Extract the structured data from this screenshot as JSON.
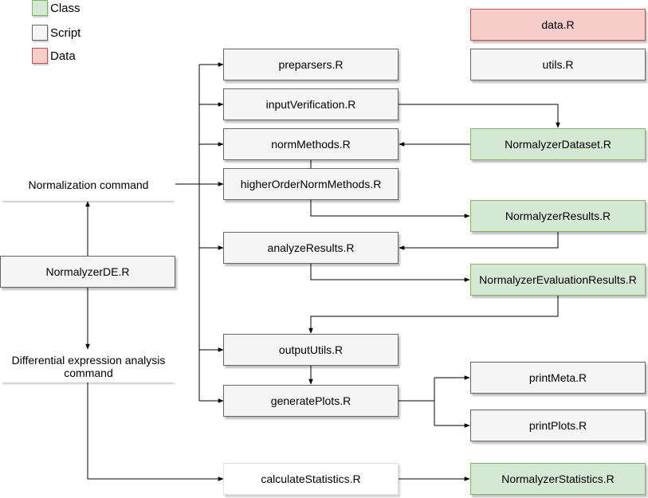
{
  "legend": {
    "class_label": "Class",
    "script_label": "Script",
    "data_label": "Data"
  },
  "colors": {
    "class_fill": "#d5e8d4",
    "class_stroke": "#82b366",
    "script_fill": "#f5f5f5",
    "script_stroke": "#666666",
    "data_fill": "#f8cecc",
    "data_stroke": "#b85450"
  },
  "nodes": {
    "normalizer_de": "NormalyzerDE.R",
    "normalization_command": "Normalization command",
    "differential_command": "Differential expression analysis command",
    "preparsers": "preparsers.R",
    "input_verification": "inputVerification.R",
    "norm_methods": "normMethods.R",
    "higher_order_norm_methods": "higherOrderNormMethods.R",
    "analyze_results": "analyzeResults.R",
    "output_utils": "outputUtils.R",
    "generate_plots": "generatePlots.R",
    "calculate_statistics": "calculateStatistics.R",
    "data_r": "data.R",
    "utils_r": "utils.R",
    "normalyzer_dataset": "NormalyzerDataset.R",
    "normalyzer_results": "NormalyzerResults.R",
    "normalyzer_evaluation_results": "NormalyzerEvaluationResults.R",
    "print_meta": "printMeta.R",
    "print_plots": "printPlots.R",
    "normalyzer_statistics": "NormalyzerStatistics.R"
  }
}
